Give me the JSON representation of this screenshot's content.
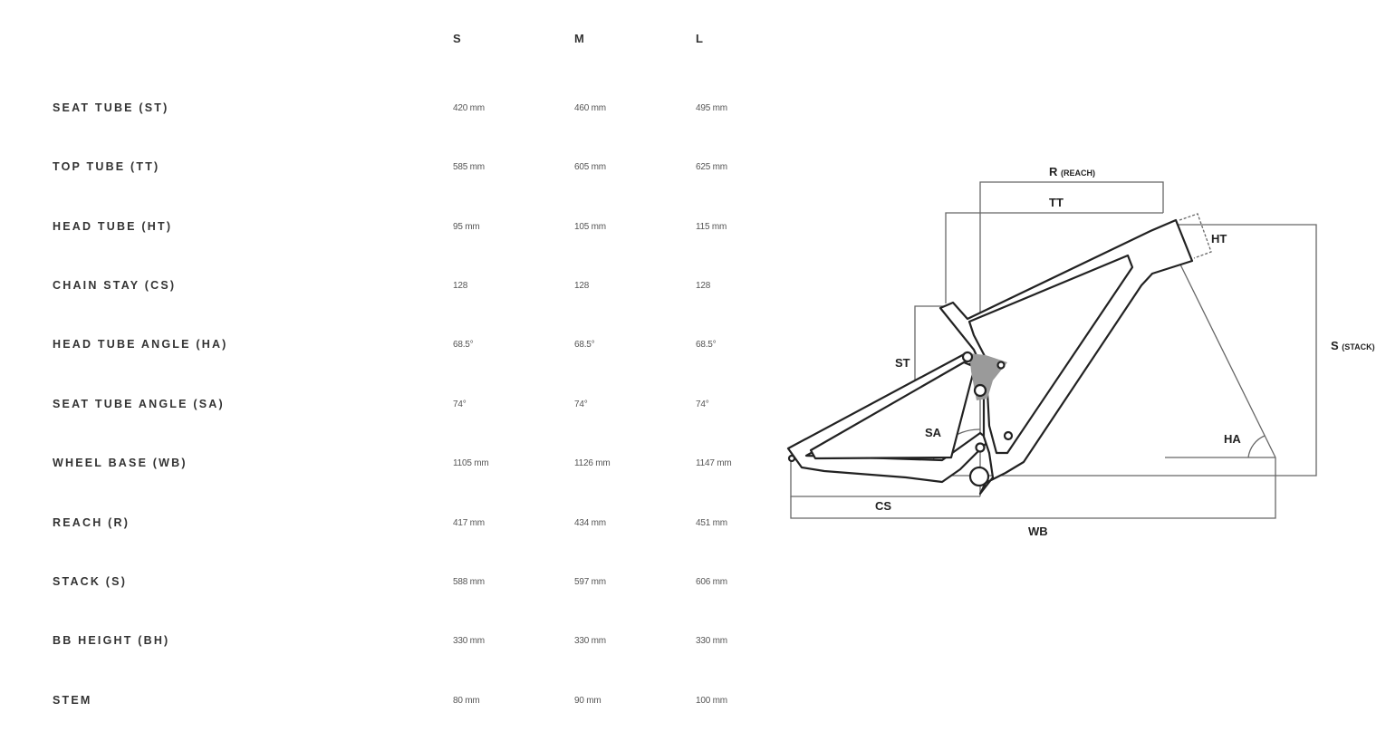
{
  "sizes": [
    "S",
    "M",
    "L"
  ],
  "rows": [
    {
      "label": "SEAT TUBE (ST)",
      "values": [
        "420 mm",
        "460 mm",
        "495 mm"
      ]
    },
    {
      "label": "TOP TUBE (TT)",
      "values": [
        "585 mm",
        "605 mm",
        "625 mm"
      ]
    },
    {
      "label": "HEAD TUBE (HT)",
      "values": [
        "95 mm",
        "105 mm",
        "115 mm"
      ]
    },
    {
      "label": "CHAIN STAY (CS)",
      "values": [
        "128",
        "128",
        "128"
      ]
    },
    {
      "label": "HEAD TUBE ANGLE (HA)",
      "values": [
        "68.5°",
        "68.5°",
        "68.5°"
      ]
    },
    {
      "label": "SEAT TUBE ANGLE (SA)",
      "values": [
        "74°",
        "74°",
        "74°"
      ]
    },
    {
      "label": "WHEEL BASE (WB)",
      "values": [
        "1105 mm",
        "1126 mm",
        "1147 mm"
      ]
    },
    {
      "label": "REACH (R)",
      "values": [
        "417 mm",
        "434 mm",
        "451 mm"
      ]
    },
    {
      "label": "STACK (S)",
      "values": [
        "588 mm",
        "597 mm",
        "606 mm"
      ]
    },
    {
      "label": "BB HEIGHT (BH)",
      "values": [
        "330 mm",
        "330 mm",
        "330 mm"
      ]
    },
    {
      "label": "STEM",
      "values": [
        "80 mm",
        "90 mm",
        "100 mm"
      ]
    }
  ],
  "diagram": {
    "reach": "R",
    "reach_sub": "(REACH)",
    "tt": "TT",
    "ht": "HT",
    "stack": "S",
    "stack_sub": "(STACK)",
    "st": "ST",
    "sa": "SA",
    "ha": "HA",
    "cs": "CS",
    "wb": "WB"
  }
}
